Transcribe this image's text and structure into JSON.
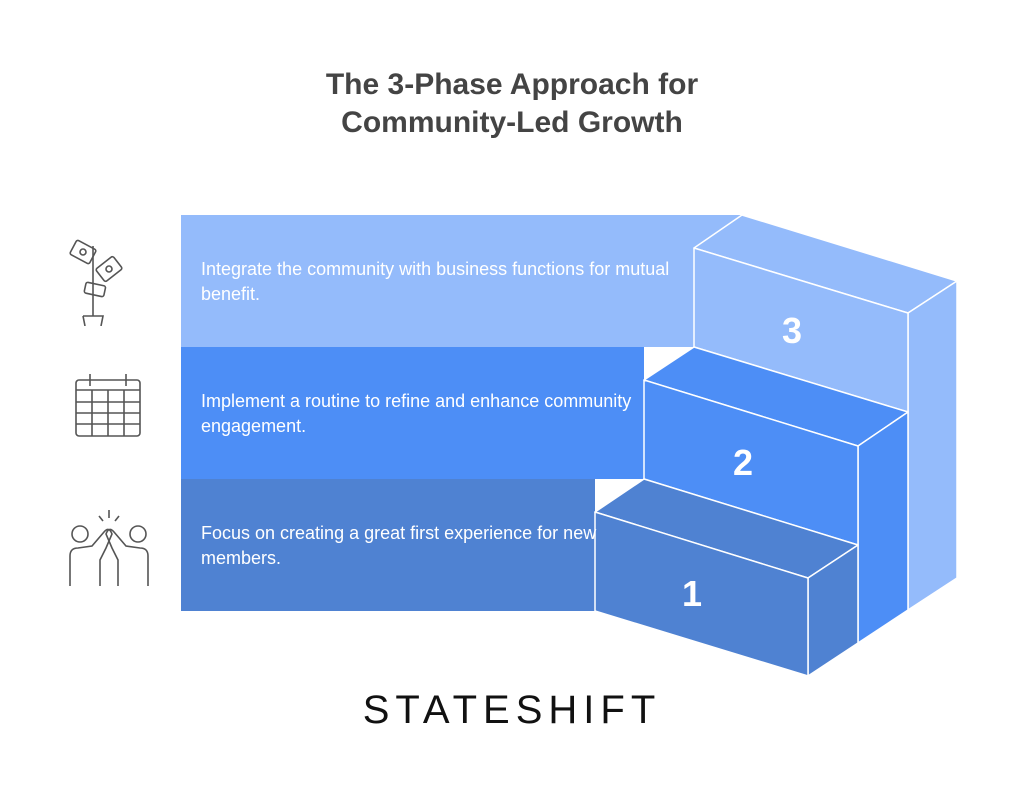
{
  "title": {
    "line1": "The 3-Phase Approach for",
    "line2": "Community-Led Growth"
  },
  "phases": [
    {
      "number": "1",
      "text": "Focus on creating a great first experience for new members.",
      "icon": "high-five-icon",
      "color": "#4F82D2"
    },
    {
      "number": "2",
      "text": "Implement a routine to refine and enhance community engagement.",
      "icon": "calendar-icon",
      "color": "#4D8EF6"
    },
    {
      "number": "3",
      "text": "Integrate the community with business functions for mutual benefit.",
      "icon": "money-plant-icon",
      "color": "#94BBFB"
    }
  ],
  "logo": "STATESHIFT"
}
